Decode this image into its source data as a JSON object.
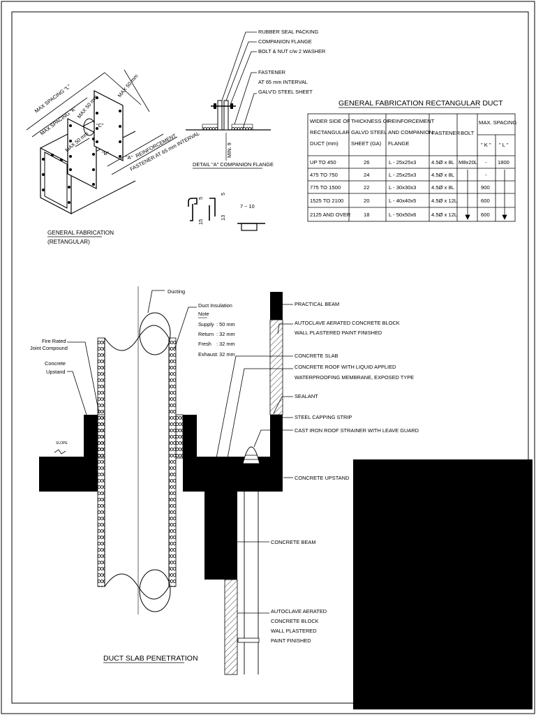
{
  "fabrication": {
    "title": "GENERAL FABRICATION",
    "subtitle": "(RETANGULAR)",
    "dims": {
      "max_spacing_l": "MAX SPACING \"L\"",
      "max_spacing_k": "MAX SPACING \"K\"",
      "max_50_top": "MAX 50 mm",
      "max_50_mid": "MAX 50 mm",
      "max_50_low": "MAX 50 mm",
      "ref_c": "\"C\"",
      "ref_b": "\"B\"",
      "ref_a": "\"A\"",
      "reinforcement": "REINFORCEMENT",
      "fastener_interval": "FASTENER AT 65 mm INTERVAL"
    }
  },
  "detail_a": {
    "title": "DETAIL \"A\" COMPANION FLANGE",
    "callouts": [
      "RUBBER SEAL PACKING",
      "COMPANION FLANGE",
      "BOLT & NUT c/w 2 WASHER",
      "FASTENER",
      "AT 65 mm INTERVAL",
      "GALV'D STEEL SHEET"
    ],
    "min_dim": "MIN. 9",
    "seam_dims": [
      "5",
      "15",
      "5",
      "13",
      "7 ~ 10"
    ]
  },
  "table": {
    "title": "GENERAL FABRICATION RECTANGULAR DUCT",
    "headers": {
      "wider_side": [
        "WIDER SIDE OF",
        "RECTANGULAR",
        "DUCT (mm)"
      ],
      "thickness": [
        "THICKNESS OF",
        "GALVD STEEL",
        "SHEET (GA)"
      ],
      "reinforcement": [
        "REINFORCEMENT",
        "AND COMPANION",
        "FLANGE"
      ],
      "fastener": "FASTENER",
      "bolt": "BOLT",
      "max_spacing": "MAX. SPACING",
      "k": "\" K \"",
      "l": "\" L \""
    },
    "rows": [
      {
        "side": "UP TO 450",
        "ga": "26",
        "reinf": "L - 25x25x3",
        "fast": "4.5Ø x 8L",
        "bolt": "M8x20L",
        "k": "-",
        "l": "1800"
      },
      {
        "side": "475 TO 750",
        "ga": "24",
        "reinf": "L - 25x25x3",
        "fast": "4.5Ø x 8L",
        "bolt": "",
        "k": "-",
        "l": ""
      },
      {
        "side": "775 TO 1500",
        "ga": "22",
        "reinf": "L - 30x30x3",
        "fast": "4.5Ø x 8L",
        "bolt": "",
        "k": "900",
        "l": ""
      },
      {
        "side": "1525 TO 2100",
        "ga": "20",
        "reinf": "L - 40x40x5",
        "fast": "4.5Ø x 12L",
        "bolt": "",
        "k": "600",
        "l": ""
      },
      {
        "side": "2125 AND OVER",
        "ga": "18",
        "reinf": "L - 50x50x6",
        "fast": "4.5Ø x 12L",
        "bolt": "",
        "k": "600",
        "l": ""
      }
    ]
  },
  "section": {
    "title": "DUCT SLAB PENETRATION",
    "left_labels": {
      "fire_rated": [
        "Fire Rated",
        "Joint Compound"
      ],
      "concrete_upstand": [
        "Concrete",
        "Upstand"
      ],
      "slope": "SLOPE"
    },
    "ducting": "Ducting",
    "insulation": {
      "title": "Duct Insulation",
      "note": "Note",
      "items": [
        {
          "name": "Supply",
          "value": ": 50 mm"
        },
        {
          "name": "Return",
          "value": ": 32 mm"
        },
        {
          "name": "Fresh",
          "value": ": 32 mm"
        },
        {
          "name": "Exhaust",
          "value": ": 32 mm"
        }
      ]
    },
    "right_labels": {
      "practical_beam": "PRACTICAL BEAM",
      "aac_top": [
        "AUTOCLAVE AERATED  CONCRETE BLOCK",
        "WALL PLASTERED PAINT FINISHED"
      ],
      "concrete_slab": "CONCRETE SLAB",
      "roof": [
        "CONCRETE ROOF WITH LIQUID APPLIED",
        "WATERPROOFING MEMBRANE, EXPOSED TYPE"
      ],
      "sealant": "SEALANT",
      "capping": "STEEL CAPPING STRIP",
      "strainer": "CAST IRON ROOF STRAINER WITH LEAVE GUARD",
      "upstand": "CONCRETE UPSTAND",
      "beam": "CONCRETE BEAM",
      "aac_bottom": [
        "AUTOCLAVE AERATED",
        "CONCRETE BLOCK",
        "WALL PLASTERED",
        "PAINT FINISHED"
      ]
    }
  }
}
